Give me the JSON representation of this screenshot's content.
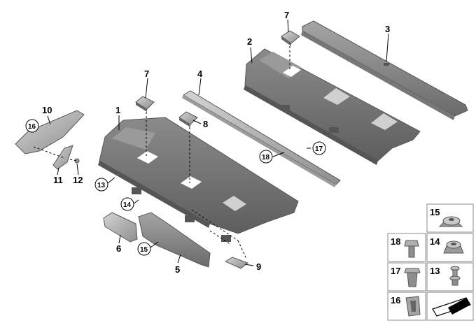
{
  "callouts": {
    "c1": "1",
    "c2": "2",
    "c3": "3",
    "c4": "4",
    "c5": "5",
    "c6": "6",
    "c7a": "7",
    "c7b": "7",
    "c8": "8",
    "c9": "9",
    "c10": "10",
    "c11": "11",
    "c12": "12",
    "c13": "13",
    "c14": "14",
    "c15": "15",
    "c16": "16",
    "c17": "17",
    "c18": "18"
  },
  "legend": {
    "l15": "15",
    "l18": "18",
    "l14": "14",
    "l17": "17",
    "l13": "13",
    "l16": "16"
  },
  "colors": {
    "shelf_dark": "#6f6f6f",
    "shelf_mid": "#8c8c8c",
    "shelf_light": "#b9b9b9",
    "highlight": "#d8d8d8",
    "legend_border": "#888888"
  }
}
